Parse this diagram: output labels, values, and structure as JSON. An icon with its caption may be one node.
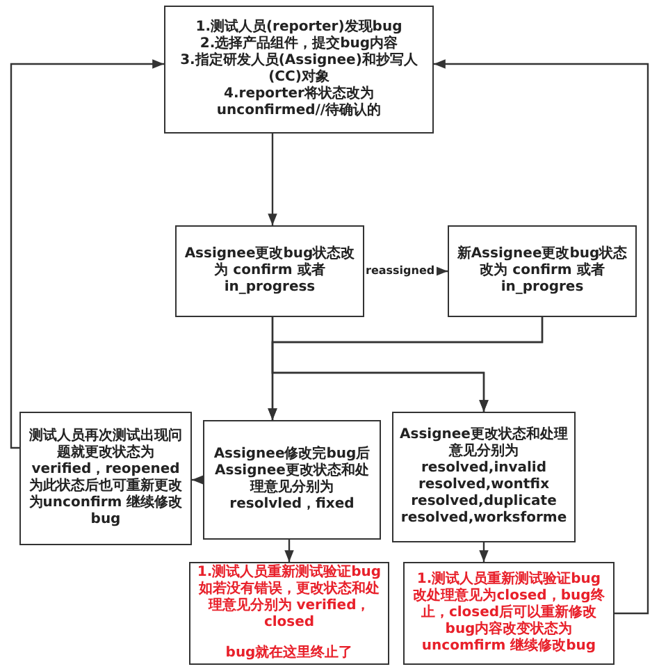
{
  "diagram": {
    "nodes": [
      {
        "text": [
          "1.测试人员(reporter)发现bug",
          "2.选择产品组件，提交bug内容",
          "3.指定研发人员(Assignee)和抄写人(CC)对象",
          "4.reporter将状态改为unconfirmed//待确认的"
        ]
      },
      {
        "text": [
          "Assignee更改bug状态改为 confirm 或者 in_progress"
        ]
      },
      {
        "text": [
          "新Assignee更改bug状态改为 confirm 或者 in_progres"
        ]
      },
      {
        "text": [
          "测试人员再次测试出现问题就更改状态为verified，reopened 为此状态后也可重新更改为unconfirm 继续修改bug"
        ]
      },
      {
        "text": [
          "Assignee修改完bug后",
          "Assignee更改状态和处理意见分别为",
          "resolvled，fixed"
        ]
      },
      {
        "text": [
          "Assignee更改状态和处理意见分别为",
          "resolved,invalid",
          "resolved,wontfix",
          "resolved,duplicate",
          "resolved,worksforme"
        ]
      },
      {
        "text": [
          "1.测试人员重新测试验证bug如若没有错误，更改状态和处理意见分别为 verified，closed",
          "bug就在这里终止了"
        ]
      },
      {
        "text": [
          "1.测试人员重新测试验证bug改处理意见为closed，bug终止，closed后可以重新修改bug内容改变状态为uncomfirm 继续修改bug"
        ]
      }
    ],
    "edges": [
      {
        "from": 0,
        "to": 1,
        "arrow": "to"
      },
      {
        "from": 1,
        "to": 2,
        "arrow": "to",
        "label": "reassigned"
      },
      {
        "from": 1,
        "to": 4,
        "arrow": "to"
      },
      {
        "from": 1,
        "to": 5,
        "arrow": "to"
      },
      {
        "from": 2,
        "to": 4,
        "arrow": "to"
      },
      {
        "from": 2,
        "to": 5,
        "arrow": "to"
      },
      {
        "from": 4,
        "to": 3,
        "arrow": "to"
      },
      {
        "from": 3,
        "to": 0,
        "arrow": "to"
      },
      {
        "from": 4,
        "to": 6,
        "arrow": "to"
      },
      {
        "from": 5,
        "to": 7,
        "arrow": "to"
      },
      {
        "from": 7,
        "to": 0,
        "arrow": "to"
      }
    ]
  }
}
